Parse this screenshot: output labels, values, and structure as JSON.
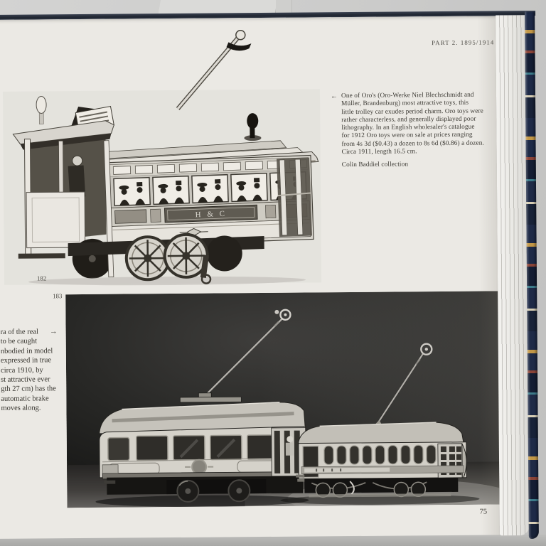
{
  "page": {
    "header": "PART 2. 1895/1914",
    "page_number": "75"
  },
  "captions": {
    "right": {
      "marker": "←",
      "lines": [
        "One of Oro's (Oro-Werke Niel Blechschmidt and",
        "Müller, Brandenburg) most attractive toys, this",
        "little trolley car exudes period charm. Oro toys were",
        "rather characterless, and generally displayed poor",
        "lithography. In an English wholesaler's catalogue",
        "for 1912 Oro toys were on sale at prices ranging",
        "from 4s 3d ($0.43) a dozen to 8s 6d ($0.86) a dozen.",
        "Circa 1911, length 16.5 cm."
      ],
      "credit": "Colin Baddiel collection"
    },
    "left_fragment": {
      "marker": "→",
      "lines": [
        "ra of the real",
        "to be caught",
        "nbodied in model",
        "expressed in true",
        "circa 1910, by",
        "st attractive ever",
        "gth 27 cm) has the",
        "automatic brake",
        "moves along."
      ]
    }
  },
  "figures": {
    "top_photo_number": "182",
    "bottom_photo_number": "183",
    "tram_side_sign": "H & C"
  },
  "colors": {
    "backdrop": "#cbcbca",
    "page": "#ebe9e4",
    "photo_light_background": "#e0ded9",
    "photo_dark_background": "#1b1a18",
    "cover_edge_navy": "#1e2a47",
    "cover_edge_gold": "#c29747",
    "cover_edge_red": "#8a4438",
    "cover_edge_teal": "#3d7b8a",
    "body_text": "#3b3933"
  }
}
